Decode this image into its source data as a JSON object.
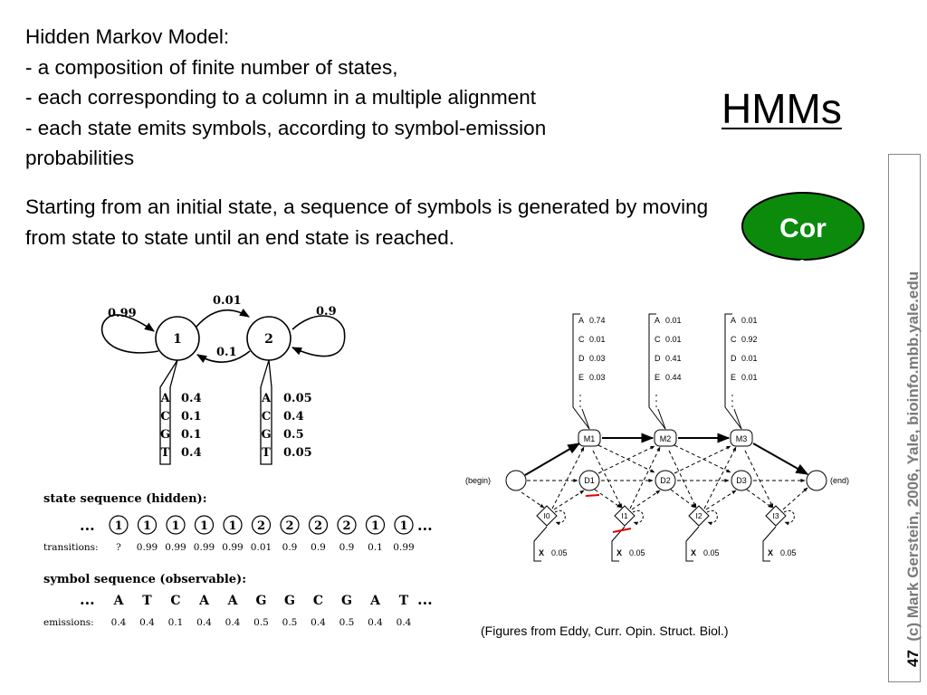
{
  "slide": {
    "title": "HMMs",
    "intro_lines": [
      "Hidden Markov Model:",
      "- a composition of finite number of states,",
      "- each corresponding to a column in a multiple alignment",
      "- each state emits symbols, according to symbol-emission",
      "probabilities"
    ],
    "paragraph": "Starting from an initial state, a sequence of symbols is generated by moving from state to state until an end state is reached.",
    "badge_label": "Cor",
    "credit_text": "(c) Mark Gerstein, 2006, Yale, bioinfo.mbb.yale.edu",
    "page_number": "47",
    "caption": "(Figures from Eddy, Curr. Opin. Struct. Biol.)"
  },
  "two_state": {
    "state1": "1",
    "state2": "2",
    "self_loop_1": "0.99",
    "trans_1_to_2": "0.01",
    "trans_2_to_1": "0.1",
    "self_loop_2": "0.9",
    "emissions_1": {
      "A": "0.4",
      "C": "0.1",
      "G": "0.1",
      "T": "0.4"
    },
    "emissions_2": {
      "A": "0.05",
      "C": "0.4",
      "G": "0.5",
      "T": "0.05"
    }
  },
  "sequences": {
    "state_heading": "state sequence (hidden):",
    "states": [
      "1",
      "1",
      "1",
      "1",
      "1",
      "2",
      "2",
      "2",
      "2",
      "1",
      "1"
    ],
    "ellipsis": "...",
    "transitions_label": "transitions:",
    "transitions": [
      "?",
      "0.99",
      "0.99",
      "0.99",
      "0.99",
      "0.01",
      "0.9",
      "0.9",
      "0.9",
      "0.1",
      "0.99"
    ],
    "symbol_heading": "symbol sequence (observable):",
    "symbols": [
      "A",
      "T",
      "C",
      "A",
      "A",
      "G",
      "G",
      "C",
      "G",
      "A",
      "T"
    ],
    "emissions_label": "emissions:",
    "emissions": [
      "0.4",
      "0.4",
      "0.1",
      "0.4",
      "0.4",
      "0.5",
      "0.5",
      "0.4",
      "0.5",
      "0.4",
      "0.4"
    ]
  },
  "profile": {
    "match_emissions": [
      [
        [
          "A",
          "0.74"
        ],
        [
          "C",
          "0.01"
        ],
        [
          "D",
          "0.03"
        ],
        [
          "E",
          "0.03"
        ]
      ],
      [
        [
          "A",
          "0.01"
        ],
        [
          "C",
          "0.01"
        ],
        [
          "D",
          "0.41"
        ],
        [
          "E",
          "0.44"
        ]
      ],
      [
        [
          "A",
          "0.01"
        ],
        [
          "C",
          "0.92"
        ],
        [
          "D",
          "0.01"
        ],
        [
          "E",
          "0.01"
        ]
      ]
    ],
    "match_states": [
      "M1",
      "M2",
      "M3"
    ],
    "delete_states": [
      "D1",
      "D2",
      "D3"
    ],
    "insert_states": [
      "I0",
      "I1",
      "I2",
      "I3"
    ],
    "begin": "(begin)",
    "end": "(end)",
    "insert_emission": [
      "X",
      "0.05"
    ]
  }
}
